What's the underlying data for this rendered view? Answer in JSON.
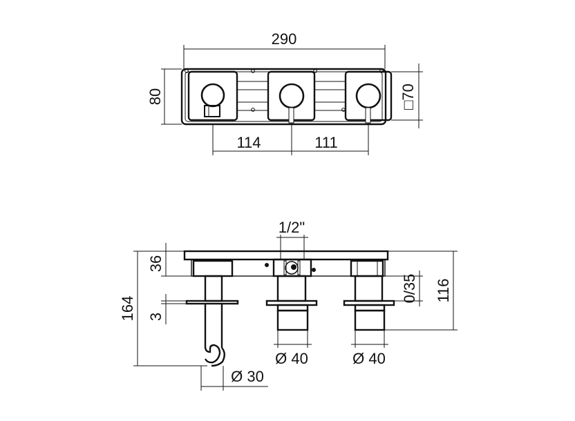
{
  "dimensions": {
    "top_width": "290",
    "top_height": "80",
    "top_spacing_left": "114",
    "top_spacing_right": "111",
    "top_square": "□70",
    "side_thread": "1/2\"",
    "side_depth_plate": "36",
    "side_total_left": "164",
    "side_plate_thickness": "3",
    "side_range": "0/35",
    "side_total_right": "116",
    "side_diam_hand": "Ø 30",
    "side_diam_mid": "Ø 40",
    "side_diam_right": "Ø 40"
  },
  "colors": {
    "line": "#111111",
    "background": "#ffffff"
  }
}
